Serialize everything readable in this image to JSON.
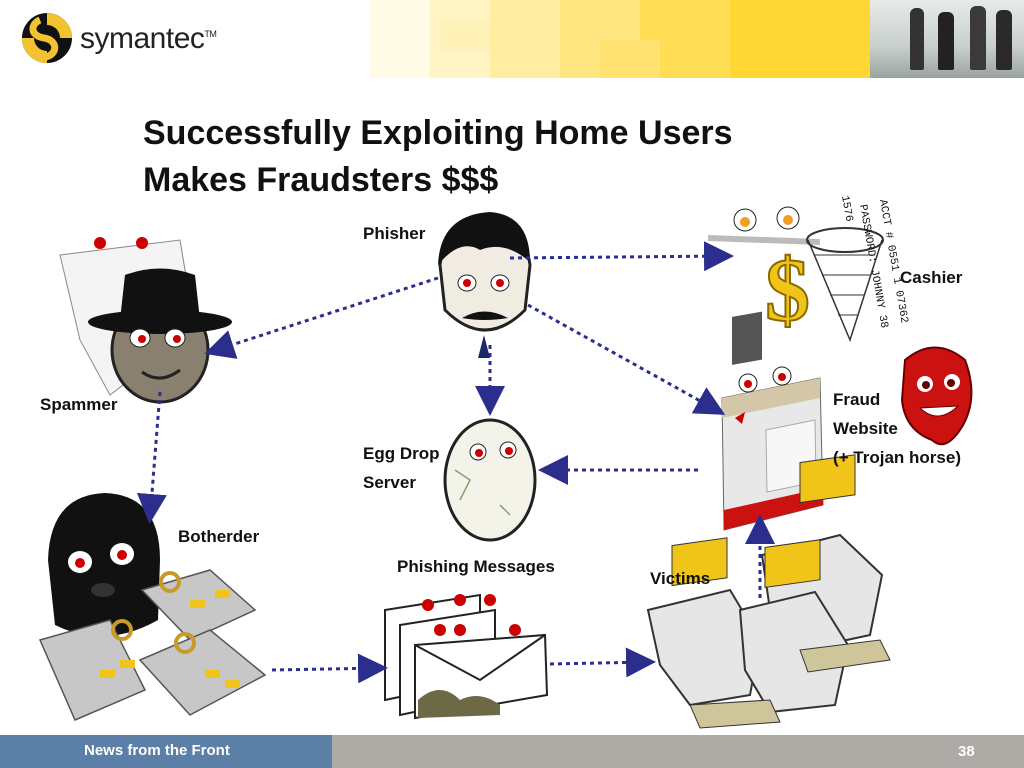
{
  "header": {
    "brand": "symantec",
    "trademark": "TM"
  },
  "slide": {
    "title_line1": "Successfully Exploiting Home Users",
    "title_line2": "Makes Fraudsters $$$"
  },
  "labels": {
    "phisher": "Phisher",
    "cashier": "Cashier",
    "spammer": "Spammer",
    "fraud_line1": "Fraud",
    "fraud_line2": "Website",
    "fraud_line3": "(+ Trojan horse)",
    "egg_line1": "Egg Drop",
    "egg_line2": "Server",
    "botherder": "Botherder",
    "phishing_messages": "Phishing Messages",
    "victims": "Victims"
  },
  "net_text": {
    "line1": "ACCT # 0551 1 07362",
    "line2": "PASSWORD: JOHNNY 38",
    "line3": "1576"
  },
  "footer": {
    "section": "News from the Front",
    "page": "38"
  },
  "colors": {
    "arrow": "#2b2e8c",
    "footer_blue": "#5b7fa6",
    "footer_gray": "#aeaaa6",
    "logo_yellow": "#f2c230",
    "dollar_gold": "#f0c419",
    "fraud_red": "#cc1111"
  }
}
